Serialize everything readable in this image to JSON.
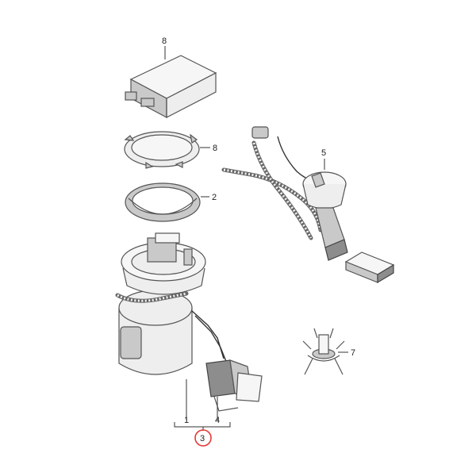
{
  "callouts": {
    "control_unit": "8",
    "seal_ring": "8",
    "locking_ring": "2",
    "fuel_gauge_sender": "5",
    "pump_unit": "1",
    "sensor": "4",
    "assembly": "3",
    "bracket": "7"
  },
  "colors": {
    "highlight": "#e53935",
    "outline": "#555555",
    "background": "#ffffff"
  }
}
